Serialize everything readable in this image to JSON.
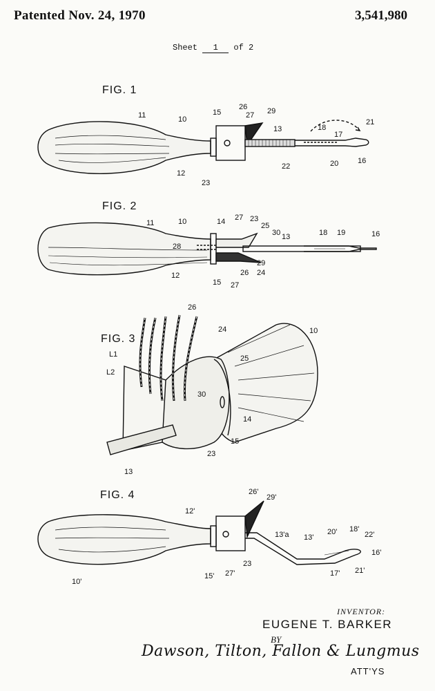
{
  "header": {
    "patented": "Patented  Nov. 24, 1970",
    "patent_number": "3,541,980"
  },
  "sheet": {
    "prefix": "Sheet",
    "number": "1",
    "suffix": "of 2"
  },
  "figures": [
    {
      "label": "FIG. 1",
      "refs": [
        "11",
        "10",
        "15",
        "26",
        "27",
        "29",
        "13",
        "18",
        "17",
        "21",
        "12",
        "23",
        "22",
        "20",
        "16"
      ]
    },
    {
      "label": "FIG. 2",
      "refs": [
        "11",
        "10",
        "14",
        "27",
        "23",
        "25",
        "30",
        "13",
        "18",
        "19",
        "16",
        "28",
        "12",
        "15",
        "26",
        "27",
        "24",
        "29"
      ]
    },
    {
      "label": "FIG. 3",
      "refs": [
        "26",
        "24",
        "10",
        "L1",
        "L2",
        "25",
        "30",
        "14",
        "15",
        "23",
        "13"
      ]
    },
    {
      "label": "FIG. 4",
      "refs": [
        "26'",
        "29'",
        "12'",
        "13'a",
        "13'",
        "20'",
        "18'",
        "22'",
        "16'",
        "17'",
        "21'",
        "15'",
        "27'",
        "23",
        "10'"
      ]
    }
  ],
  "inventor": {
    "label": "INVENTOR:",
    "name": "EUGENE T. BARKER",
    "by": "BY",
    "signature": "Dawson, Tilton, Fallon & Lungmus",
    "atty": "ATT'YS"
  }
}
